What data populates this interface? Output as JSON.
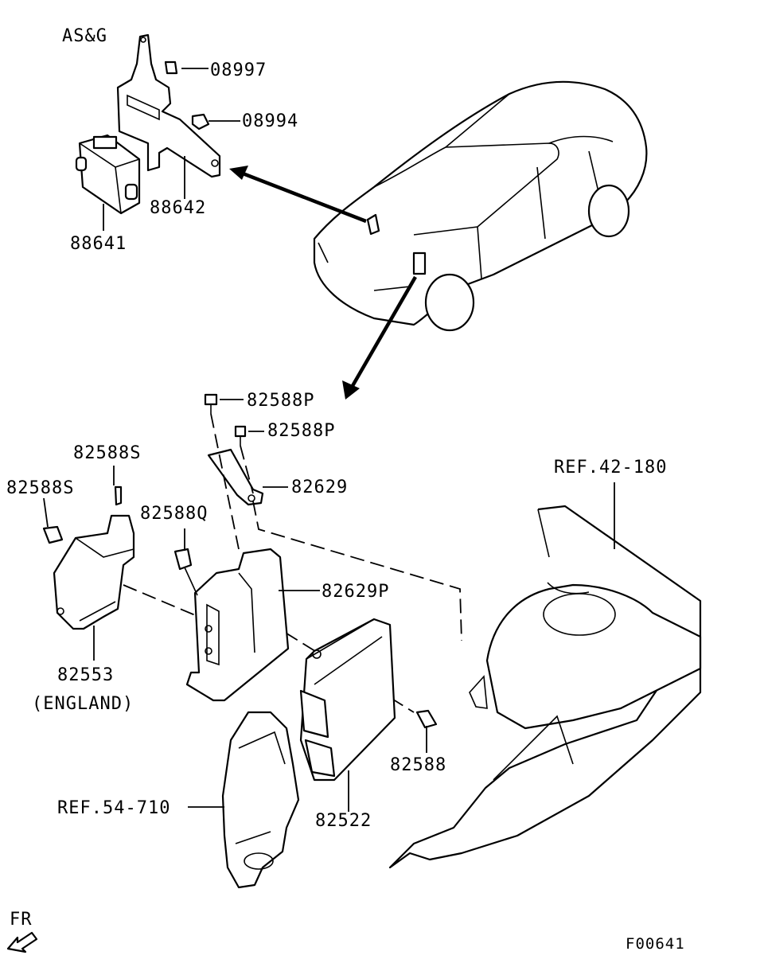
{
  "labels": {
    "asg": "AS&G",
    "p08997": "08997",
    "p08994": "08994",
    "p88642": "88642",
    "p88641": "88641",
    "p82588P_a": "82588P",
    "p82588P_b": "82588P",
    "p82588S_a": "82588S",
    "p82588S_b": "82588S",
    "p82629": "82629",
    "p82588Q": "82588Q",
    "p82629P": "82629P",
    "p82553": "82553",
    "england": "(ENGLAND)",
    "p82588": "82588",
    "p82522": "82522",
    "ref42": "REF.42-180",
    "ref54": "REF.54-710",
    "fr": "FR",
    "figure_code": "F00641"
  }
}
